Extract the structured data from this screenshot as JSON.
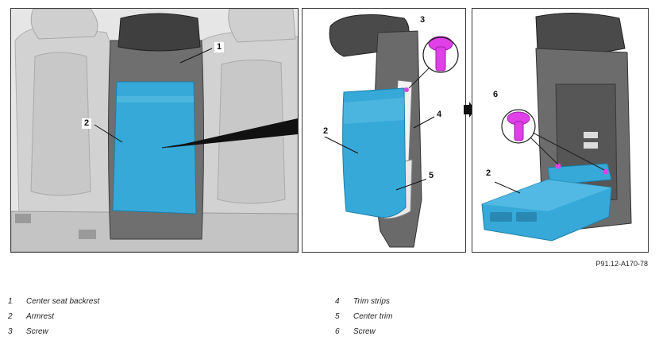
{
  "callouts": {
    "c1": "1",
    "c2a": "2",
    "c2b": "2",
    "c3": "3",
    "c4": "4",
    "c5": "5",
    "c6": "6",
    "c2c": "2"
  },
  "figure_id": "P91.12-A170-78",
  "legend": [
    {
      "num": "1",
      "text": "Center seat backrest"
    },
    {
      "num": "2",
      "text": "Armrest"
    },
    {
      "num": "3",
      "text": "Screw"
    },
    {
      "num": "4",
      "text": "Trim strips"
    },
    {
      "num": "5",
      "text": "Center trim"
    },
    {
      "num": "6",
      "text": "Screw"
    }
  ],
  "colors": {
    "armrest_blue": "#36a9d8",
    "screw_magenta": "#e040e8",
    "seat_gray": "#d6d6d6",
    "dark_gray": "#4a4a4a"
  }
}
